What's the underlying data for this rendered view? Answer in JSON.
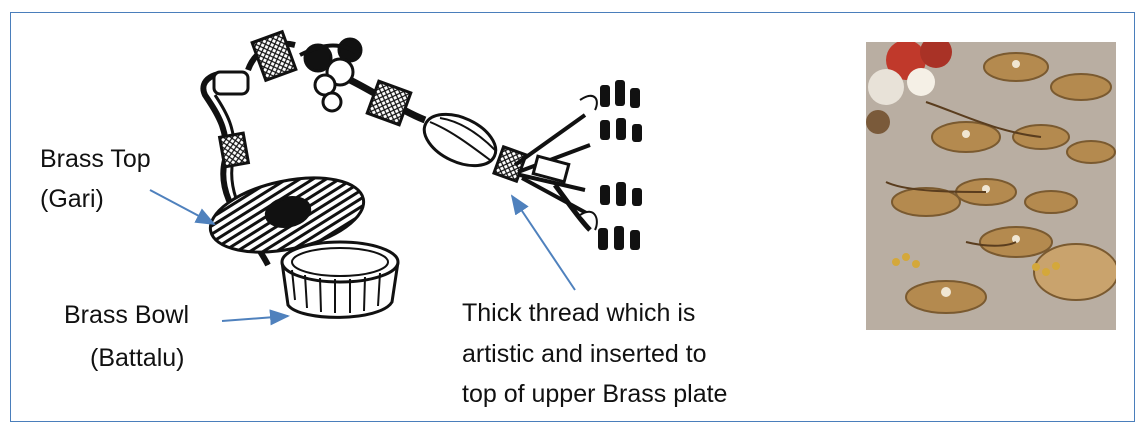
{
  "figure": {
    "labels": {
      "brass_top_line1": "Brass Top",
      "brass_top_line2": "(Gari)",
      "brass_bowl_line1": "Brass Bowl",
      "brass_bowl_line2": "(Battalu)",
      "thread_line1": "Thick thread which is",
      "thread_line2": "artistic and inserted to",
      "thread_line3": "top of upper Brass plate"
    },
    "colors": {
      "frame": "#4a7ebb",
      "arrow": "#4f81bd",
      "ink": "#111111",
      "brass": "#b48a4f",
      "floor": "#b9aea2"
    }
  }
}
